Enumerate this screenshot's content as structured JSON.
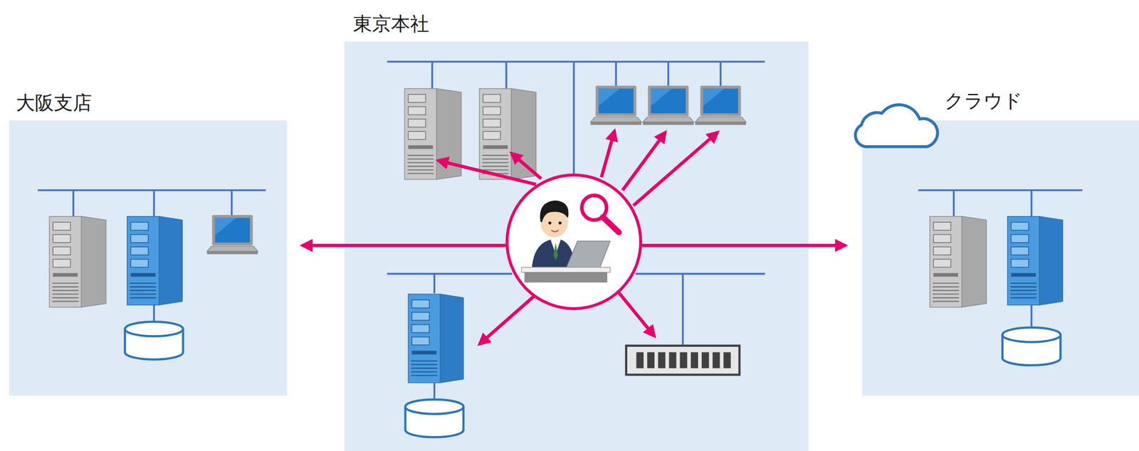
{
  "diagram": {
    "nodes": [
      {
        "text": [
          "東京本社"
        ]
      },
      {
        "text": [
          "大阪支店"
        ]
      },
      {
        "text": [
          "クラウド"
        ]
      }
    ]
  }
}
